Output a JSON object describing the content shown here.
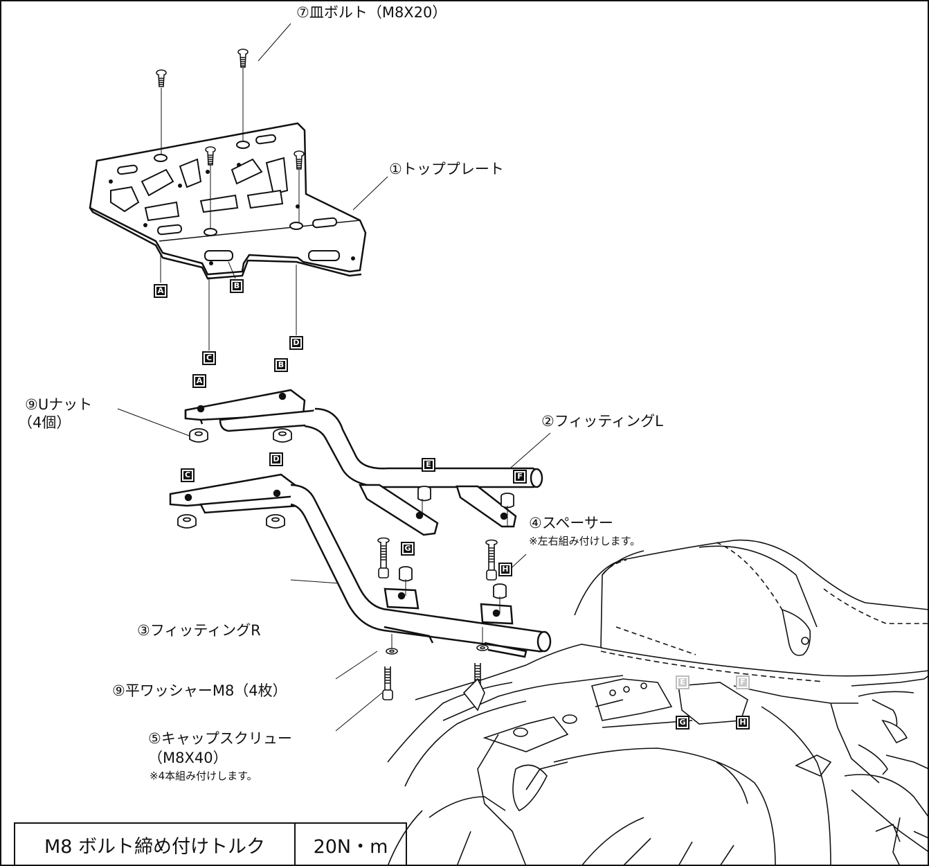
{
  "labels": {
    "flat_bolt": "⑦皿ボルト（M8X20）",
    "top_plate": "①トッププレート",
    "u_nut": "⑨Uナット",
    "u_nut_qty": "（4個）",
    "fitting_l": "②フィッティングL",
    "spacer": "④スペーサー",
    "spacer_note": "※左右組み付けします。",
    "fitting_r": "③フィッティングR",
    "washer": "⑨平ワッシャーM8（4枚）",
    "cap_screw": "⑤キャップスクリュー",
    "cap_screw_size": "（M8X40）",
    "cap_screw_note": "※4本組み付けします。"
  },
  "badges": {
    "a": "A",
    "b": "B",
    "c": "C",
    "d": "D",
    "e": "E",
    "f": "F",
    "g": "G",
    "h": "H"
  },
  "torque_table": {
    "label": "M8 ボルト締め付けトルク",
    "value": "20N・m"
  }
}
